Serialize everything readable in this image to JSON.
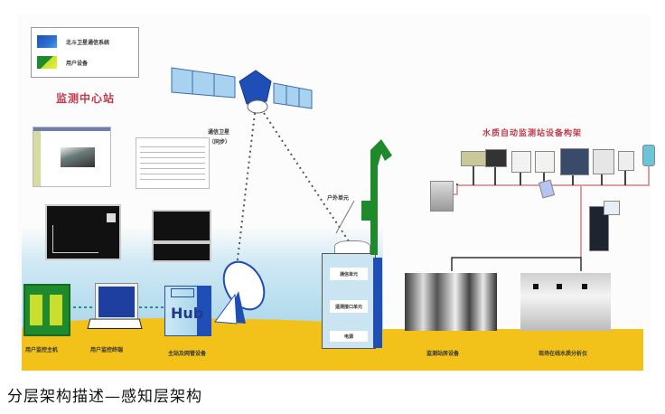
{
  "legend": {
    "items": [
      {
        "label": "北斗卫星通信系统",
        "color": "#1f4fb6"
      },
      {
        "label": "用户设备",
        "color": "#1e8a2c"
      }
    ]
  },
  "center_station": {
    "title": "监测中心站"
  },
  "satellite": {
    "label_line1": "通信卫星",
    "label_line2": "（同步）"
  },
  "user_devices": {
    "host": "用户监控主机",
    "terminal": "用户监控终端",
    "hub": "主站及网管设备",
    "hub_text": "Hub"
  },
  "remote_unit": {
    "antenna_label": "户外单元",
    "slots": [
      "通信单元",
      "遥测接口单元",
      "电源"
    ]
  },
  "field_station": {
    "title": "水质自动监测站设备构架",
    "photo_left": "监测站房设备",
    "photo_right": "现场在线水质分析仪"
  },
  "caption": "分层架构描述—感知层架构",
  "colors": {
    "ground": "#f2c21a",
    "device_blue": "#1f4fb6",
    "device_green": "#1e8a2c",
    "title_red": "#c23a4a",
    "bus_line": "#d9a0a0"
  }
}
